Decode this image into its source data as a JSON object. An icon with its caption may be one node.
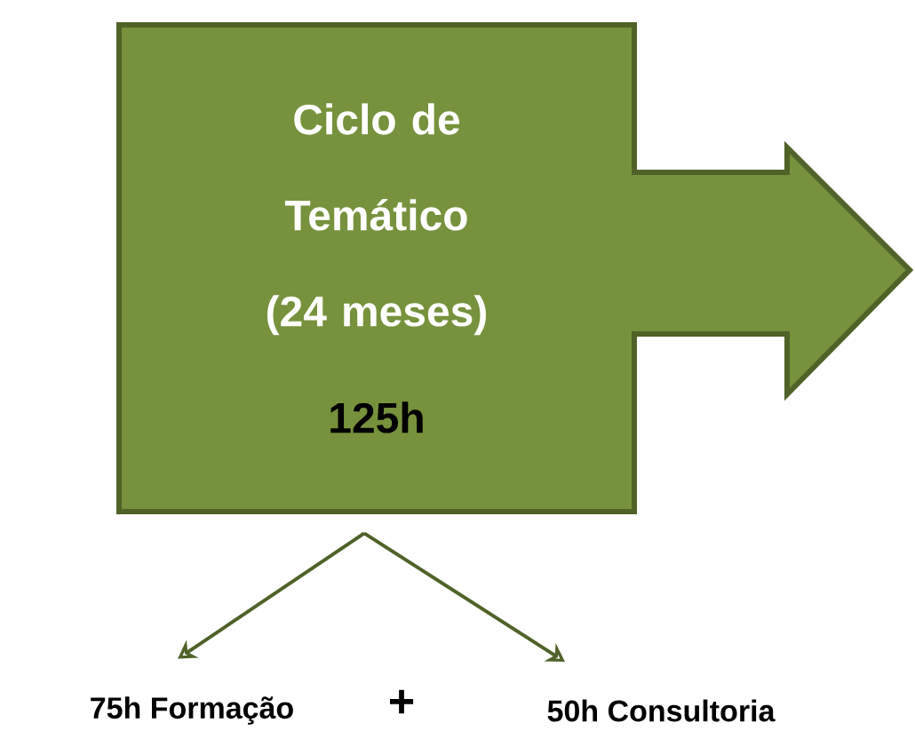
{
  "diagram": {
    "nodes": [
      {
        "text": [
          "Ciclo de Temático (24 meses)",
          "125h"
        ]
      },
      {
        "text": [
          "75h Formação"
        ]
      },
      {
        "text": [
          "50h Consultoria"
        ]
      }
    ],
    "edges": [
      {
        "from": 0,
        "to": 1,
        "arrow": "to"
      },
      {
        "from": 0,
        "to": 2,
        "arrow": "to"
      }
    ],
    "labels": [
      "+"
    ]
  }
}
